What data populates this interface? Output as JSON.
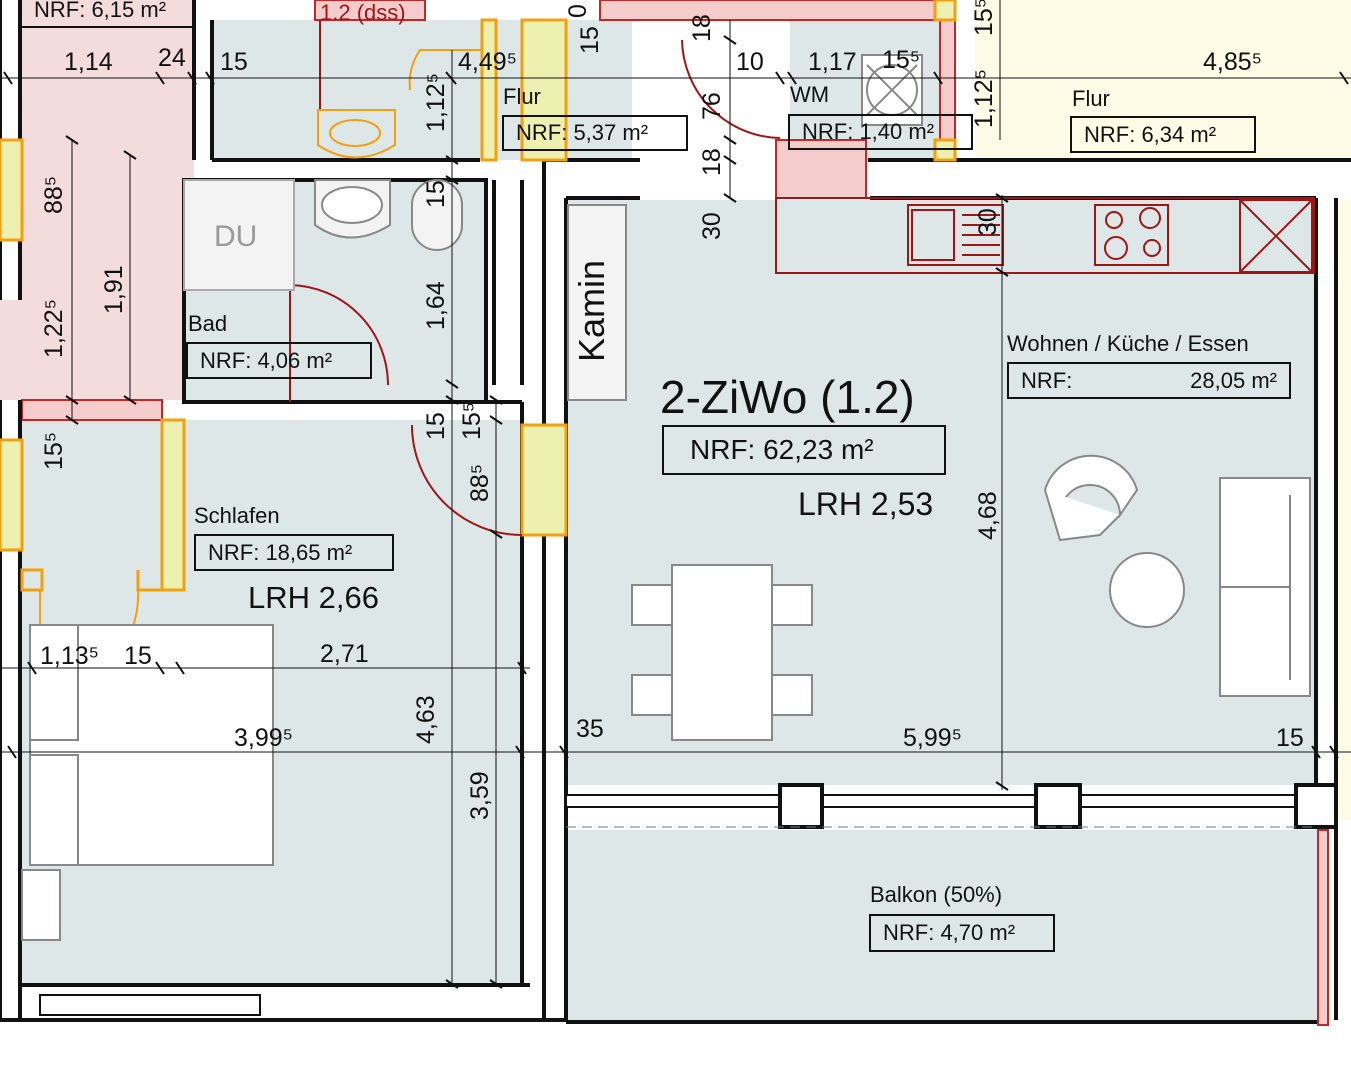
{
  "unit": {
    "title": "2-ZiWo (1.2)",
    "nrf": "NRF: 62,23 m²",
    "lrh": "LRH 2,53"
  },
  "rooms": {
    "wohnen": {
      "name": "Wohnen / Küche / Essen",
      "nrf_label": "NRF:",
      "nrf_value": "28,05 m²"
    },
    "schlafen": {
      "name": "Schlafen",
      "nrf": "NRF: 18,65 m²",
      "lrh": "LRH 2,66"
    },
    "bad": {
      "name": "Bad",
      "nrf": "NRF: 4,06 m²",
      "shower": "DU"
    },
    "flur_left": {
      "name": "Flur",
      "nrf": "NRF: 5,37 m²"
    },
    "wm": {
      "name": "WM",
      "nrf": "NRF: 1,40 m²"
    },
    "flur_right": {
      "name": "Flur",
      "nrf": "NRF: 6,34 m²"
    },
    "balkon": {
      "name": "Balkon (50%)",
      "nrf": "NRF: 4,70 m²"
    },
    "top_left": {
      "nrf": "NRF: 6,15 m²"
    },
    "kamin": "Kamin",
    "dss": "1.2 (dss)"
  },
  "dims": {
    "d1": "1,14",
    "d2": "24",
    "d3": "15",
    "d4": "4,49⁵",
    "d5": "10",
    "d6": "1,17",
    "d7": "15⁵",
    "d8": "4,85⁵",
    "d9": "2,71",
    "d10": "1,13⁵",
    "d11": "15",
    "d12": "3,99⁵",
    "d13": "35",
    "d14": "5,99⁵",
    "d15": "15",
    "v1": "88⁵",
    "v2": "1,91",
    "v3": "1,22⁵",
    "v4": "15⁵",
    "v5": "1,12⁵",
    "v6": "15",
    "v7": "1,64",
    "v8": "18",
    "v9": "76",
    "v10": "18",
    "v11": "30",
    "v12": "15",
    "v13": "88⁵",
    "v14": "15⁵",
    "v15": "4,63",
    "v16": "3,59",
    "v17": "4,68",
    "v18": "30",
    "v19": "1,12⁵",
    "v20": "15⁵",
    "v21": "15",
    "v22": "0"
  },
  "colors": {
    "room_fill": "#dde7e7",
    "flur_fill": "#fefbe6",
    "pink_fill": "#f4dcdc",
    "wall_red": "#c0282a",
    "accent_orange": "#f2a10c",
    "window_yellow": "#eef0b0",
    "furniture_red": "#a01515"
  }
}
